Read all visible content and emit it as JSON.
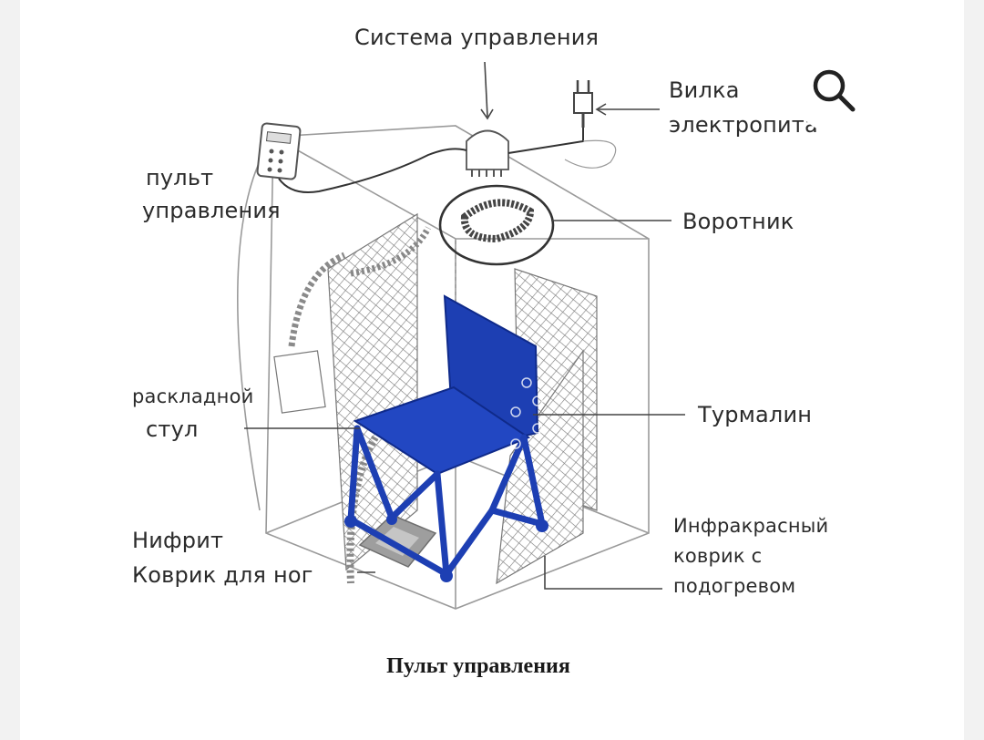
{
  "labels": {
    "control_system": "Система управления",
    "plug_line1": "Вилка",
    "plug_line2": "электропита",
    "remote_line1": "пульт",
    "remote_line2": "управления",
    "collar": "Воротник",
    "chair_line1": "раскладной",
    "chair_line2": "стул",
    "tourmaline": "Турмалин",
    "jade_line1": "Нифрит",
    "jade_line2": "Коврик для ног",
    "ir_line1": "Инфракрасный",
    "ir_line2": "коврик с",
    "ir_line3": "подогревом"
  },
  "caption": "Пульт управления",
  "icons": {
    "search": "search-icon"
  },
  "colors": {
    "chair": "#1d3fb3",
    "lines": "#8a8a8a",
    "text": "#2b2b2b"
  }
}
